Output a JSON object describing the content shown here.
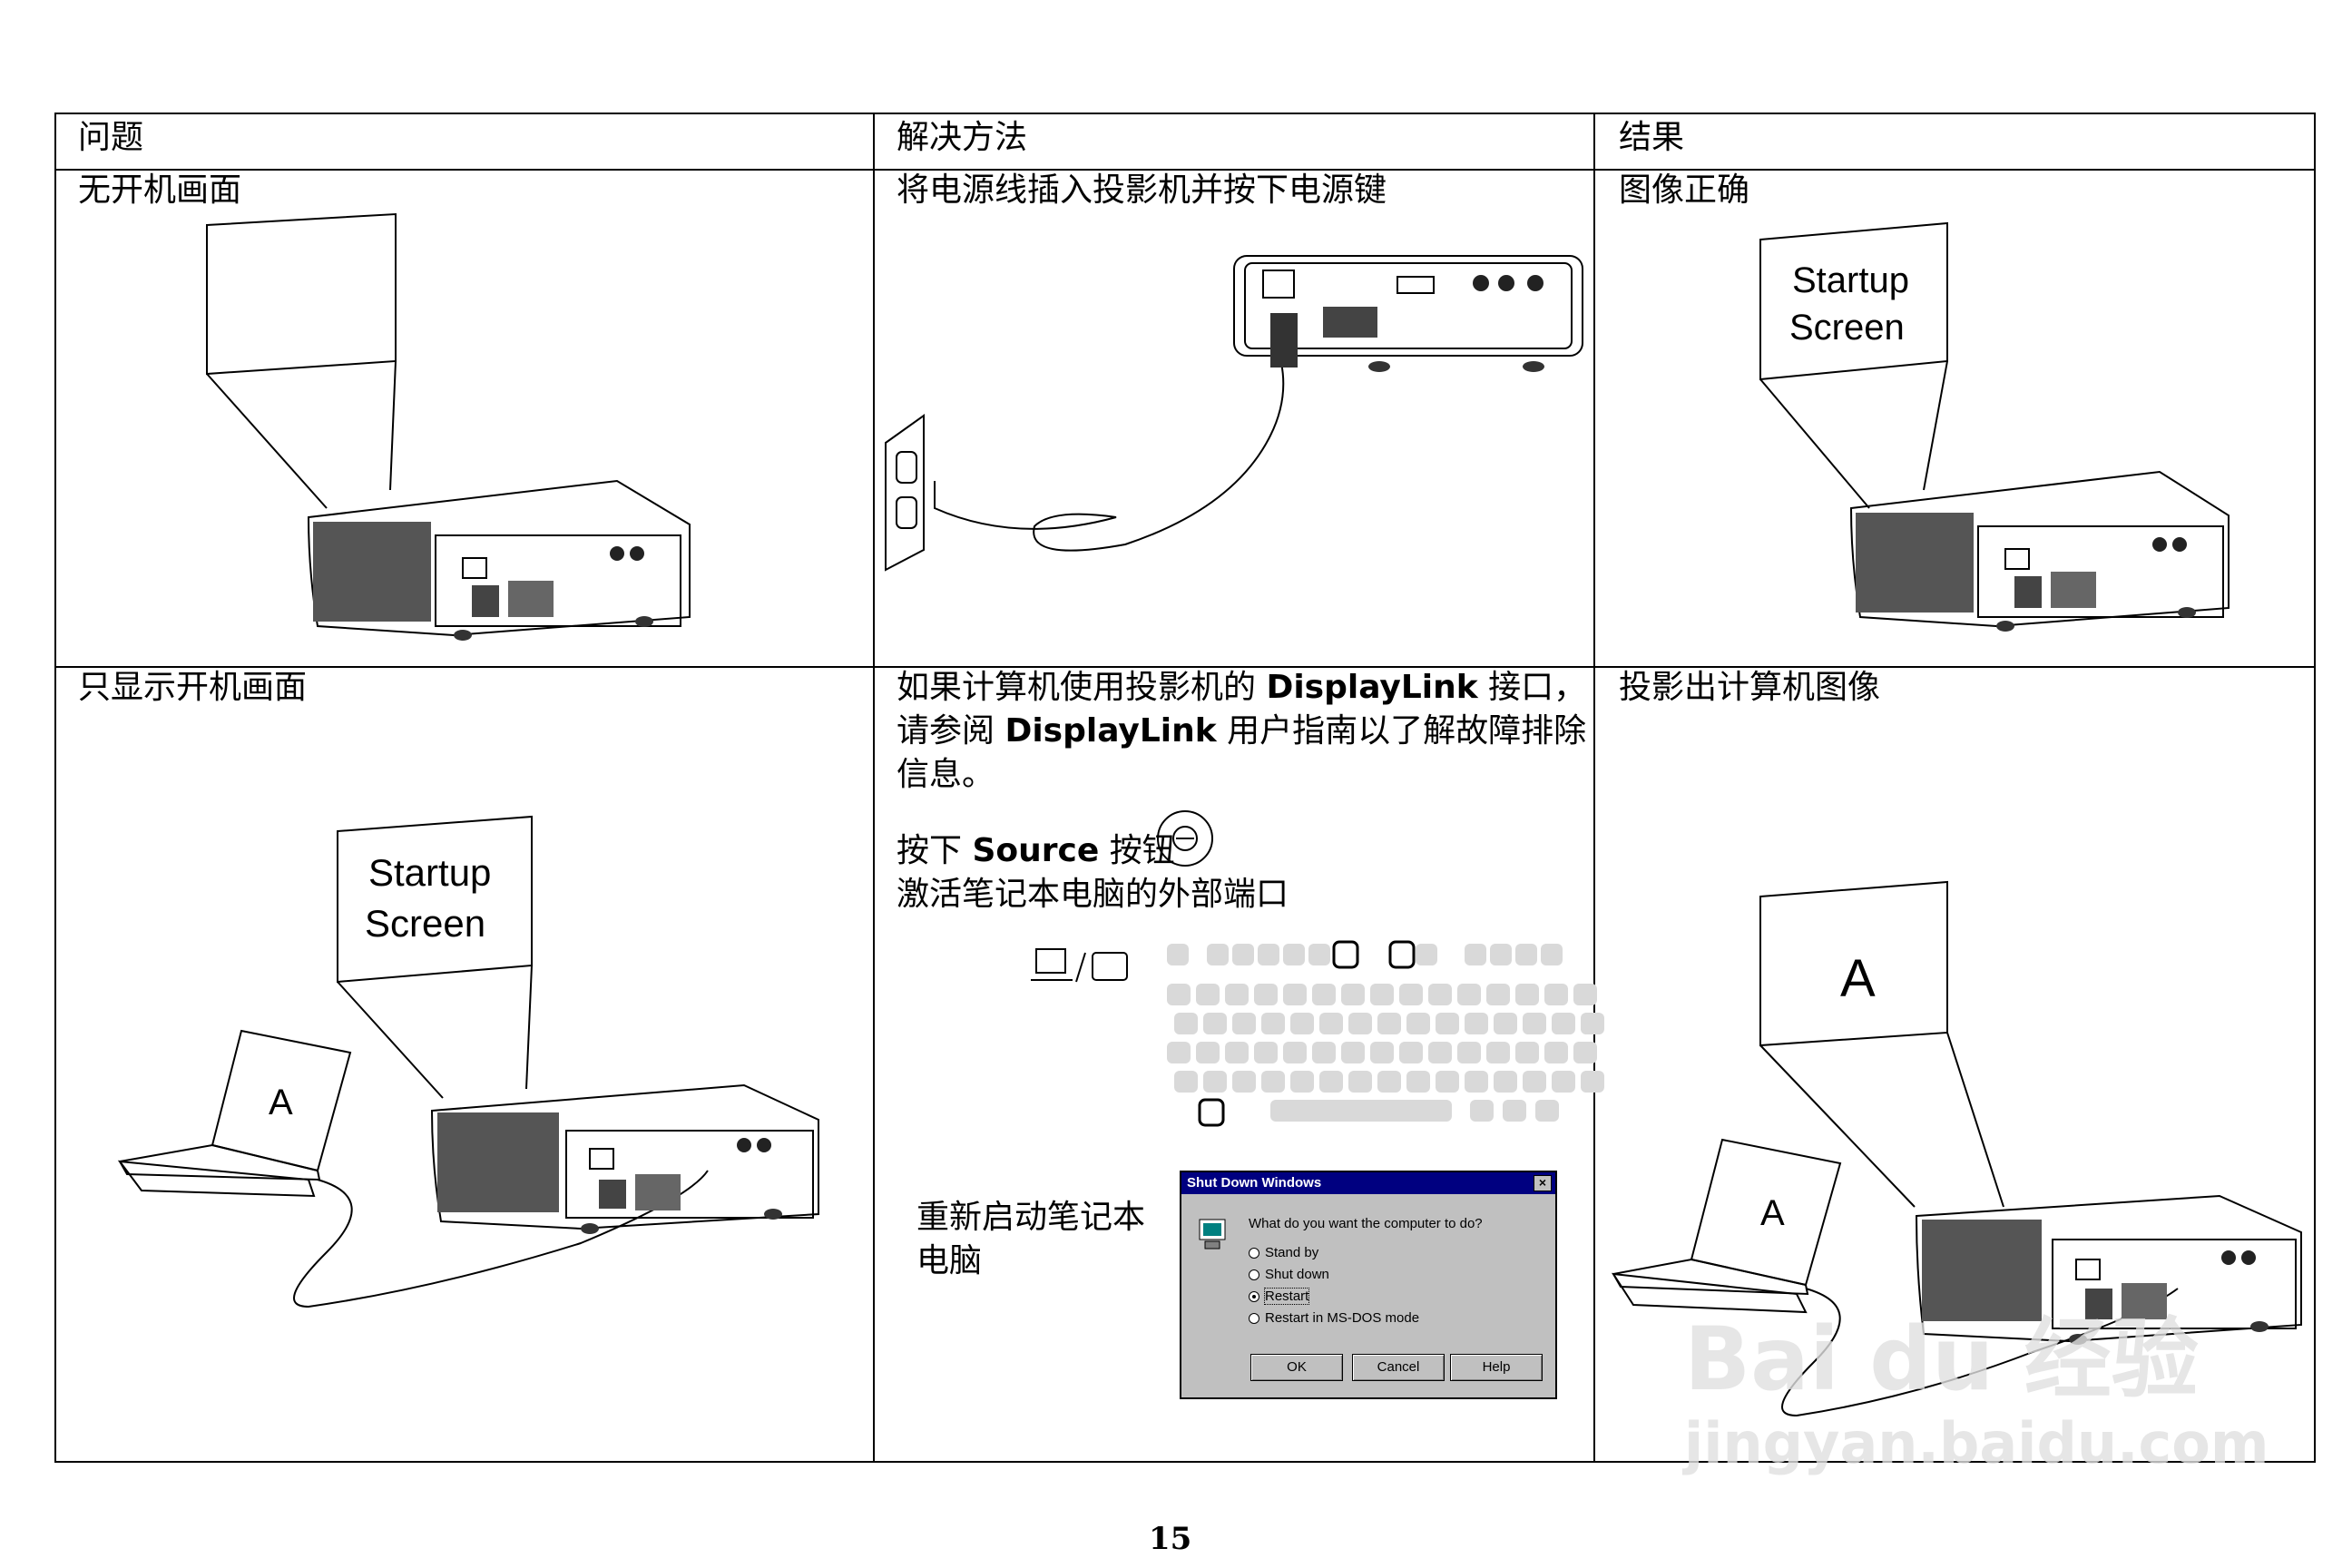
{
  "header": {
    "col1": "问题",
    "col2": "解决方法",
    "col3": "结果"
  },
  "row1": {
    "problem": "无开机画面",
    "solution": "将电源线插入投影机并按下电源键",
    "result": "图像正确",
    "result_screen_line1": "Startup",
    "result_screen_line2": "Screen"
  },
  "row2": {
    "problem": "只显示开机画面",
    "problem_screen_line1": "Startup",
    "problem_screen_line2": "Screen",
    "problem_laptop_letter": "A",
    "solution_p1_a": "如果计算机使用投影机的 ",
    "solution_p1_b": "DisplayLink",
    "solution_p1_c": " 接口，",
    "solution_p2_a": "请参阅 ",
    "solution_p2_b": "DisplayLink",
    "solution_p2_c": " 用户指南以了解故障排除",
    "solution_p3": "信息。",
    "solution_p4_a": "按下 ",
    "solution_p4_b": "Source",
    "solution_p4_c": " 按钮",
    "solution_p5": "激活笔记本电脑的外部端口",
    "solution_p6_line1": "重新启动笔记本",
    "solution_p6_line2": "电脑",
    "result": "投影出计算机图像",
    "result_screen_letter": "A",
    "result_laptop_letter": "A"
  },
  "dialog": {
    "title": "Shut Down Windows",
    "close": "×",
    "question": "What do you want the computer to do?",
    "options": [
      "Stand by",
      "Shut down",
      "Restart",
      "Restart in MS-DOS mode"
    ],
    "selected": "Restart",
    "buttons": [
      "OK",
      "Cancel",
      "Help"
    ]
  },
  "watermark": {
    "line1": "Bai du 经验",
    "line2": "jingyan.baidu.com"
  },
  "page_number": "15"
}
